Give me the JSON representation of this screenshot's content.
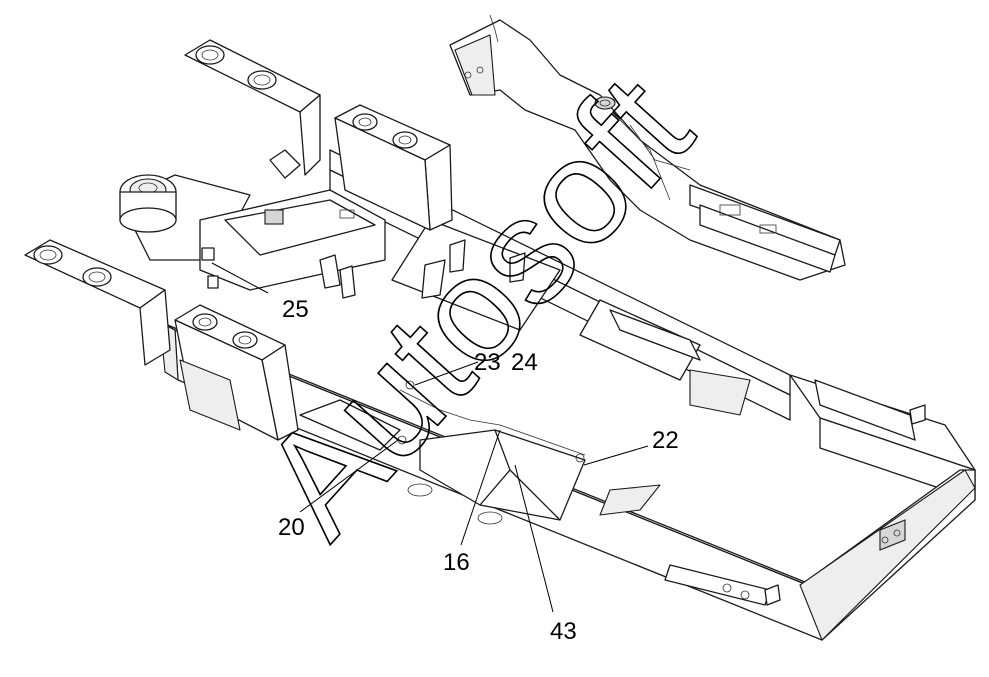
{
  "diagram": {
    "callouts": [
      {
        "id": "25",
        "label": "25"
      },
      {
        "id": "23",
        "label": "23"
      },
      {
        "id": "24",
        "label": "24"
      },
      {
        "id": "22",
        "label": "22"
      },
      {
        "id": "20",
        "label": "20"
      },
      {
        "id": "16",
        "label": "16"
      },
      {
        "id": "43",
        "label": "43"
      }
    ],
    "watermark": "Autosoft"
  }
}
